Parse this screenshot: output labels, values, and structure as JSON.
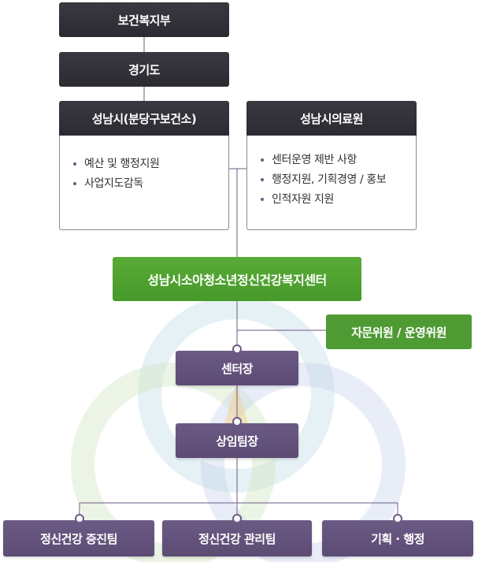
{
  "ministry": "보건복지부",
  "province": "경기도",
  "city": {
    "title": "성남시(분당구보건소)",
    "items": [
      "예산 및 행정지원",
      "사업지도감독"
    ]
  },
  "medical": {
    "title": "성남시의료원",
    "items": [
      "센터운영 제반 사항",
      "행정지원, 기획경영 / 홍보",
      "인적자원 지원"
    ]
  },
  "center": "성남시소아청소년정신건강복지센터",
  "committee": "자문위원 / 운영위원",
  "director": "센터장",
  "team_leader": "상임팀장",
  "teams": [
    "정신건강 증진팀",
    "정신건강 관리팀",
    "기획 · 행정"
  ],
  "colors": {
    "dark": "#2f2d34",
    "green": "#4e9a33",
    "purple": "#5f4f77",
    "line": "#6b5a84"
  }
}
